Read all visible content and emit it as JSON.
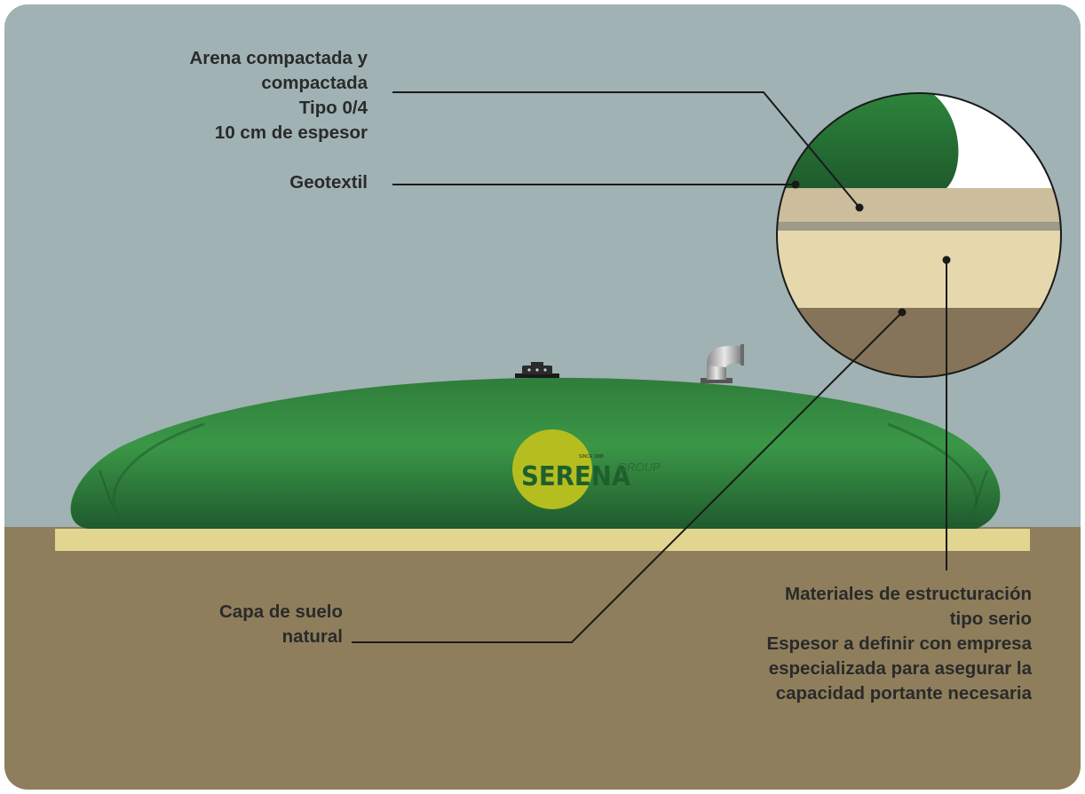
{
  "labels": {
    "arena": [
      "Arena compactada y",
      "compactada",
      "Tipo 0/4",
      "10 cm de espesor"
    ],
    "geotextil": "Geotextil",
    "suelo": [
      "Capa de suelo",
      "natural"
    ],
    "materiales": [
      "Materiales de estructuración",
      "tipo serio",
      "Espesor a definir con empresa",
      "especializada para asegurar la",
      "capacidad portante necesaria"
    ]
  },
  "logo": {
    "brand": "SERENA",
    "group": "GROUP",
    "since": "SINCE 1988"
  },
  "colors": {
    "sky": "#a0b2b3",
    "ground": "#8e7e5b",
    "sand_bed": "#e1d590",
    "tank_green": "#2d8a3c",
    "tank_dark": "#1f5f2e",
    "logo_circle": "#b5bd1f",
    "text": "#2a2a2a"
  }
}
